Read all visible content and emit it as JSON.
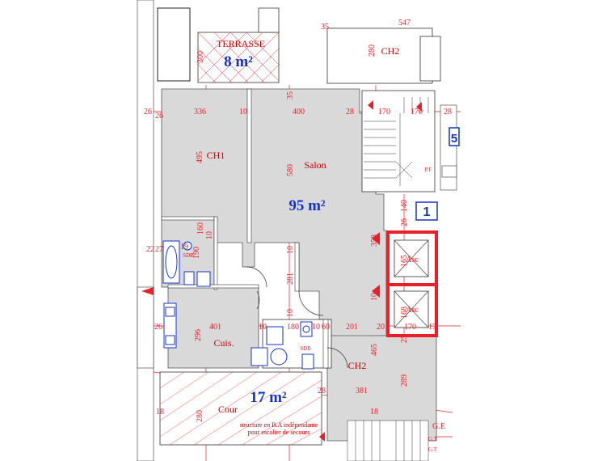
{
  "rooms": {
    "terrasse": {
      "label": "TERRASSE",
      "area": "8 m²"
    },
    "ch2_top": {
      "label": "CH2"
    },
    "ch1": {
      "label": "CH1"
    },
    "salon": {
      "label": "Salon",
      "area": "95 m²"
    },
    "sdb1": {
      "label": "SDB"
    },
    "sdb2": {
      "label": "SDB"
    },
    "cuis": {
      "label": "Cuis."
    },
    "ch2": {
      "label": "CH2"
    },
    "cour": {
      "label": "Cour",
      "area": "17 m²"
    },
    "asc1": {
      "label": "Asc"
    },
    "asc2": {
      "label": "Asc"
    }
  },
  "marker_number": "1",
  "marker_top_right": "5",
  "pf_label": "P.F",
  "note": {
    "line1": "structure en B.A indépendante",
    "line2": "pour escalier de secours"
  },
  "ge_labels": [
    "G.E",
    "G.T",
    "G.T"
  ],
  "dimensions": {
    "d547": "547",
    "d300": "300",
    "d280a": "280",
    "d35a": "35",
    "d26a": "26",
    "d26b": "26",
    "d336": "336",
    "d10a": "10",
    "d35b": "35",
    "d400": "400",
    "d28a": "28",
    "d28b": "28",
    "d170a": "170",
    "d170b": "170",
    "d495": "495",
    "d580": "580",
    "d140": "140",
    "d26c": "26",
    "d358": "358",
    "d160": "160",
    "d190": "190",
    "d10b": "10",
    "d10c": "10",
    "d281": "281",
    "d10d": "10",
    "d10e": "10",
    "d165": "165",
    "d168": "168",
    "d26d": "26",
    "d401": "401",
    "d10f": "10",
    "d180": "180",
    "d10g": "10",
    "d60": "60",
    "d201": "201",
    "d20": "20",
    "d170c": "170",
    "d17": "17",
    "d296": "296",
    "d465": "465",
    "d289": "289",
    "d25": "25",
    "d28c": "28",
    "d381": "381",
    "d280b": "280",
    "d18a": "18",
    "d18b": "18",
    "d22": "22",
    "d27": "27",
    "d19": "19"
  }
}
